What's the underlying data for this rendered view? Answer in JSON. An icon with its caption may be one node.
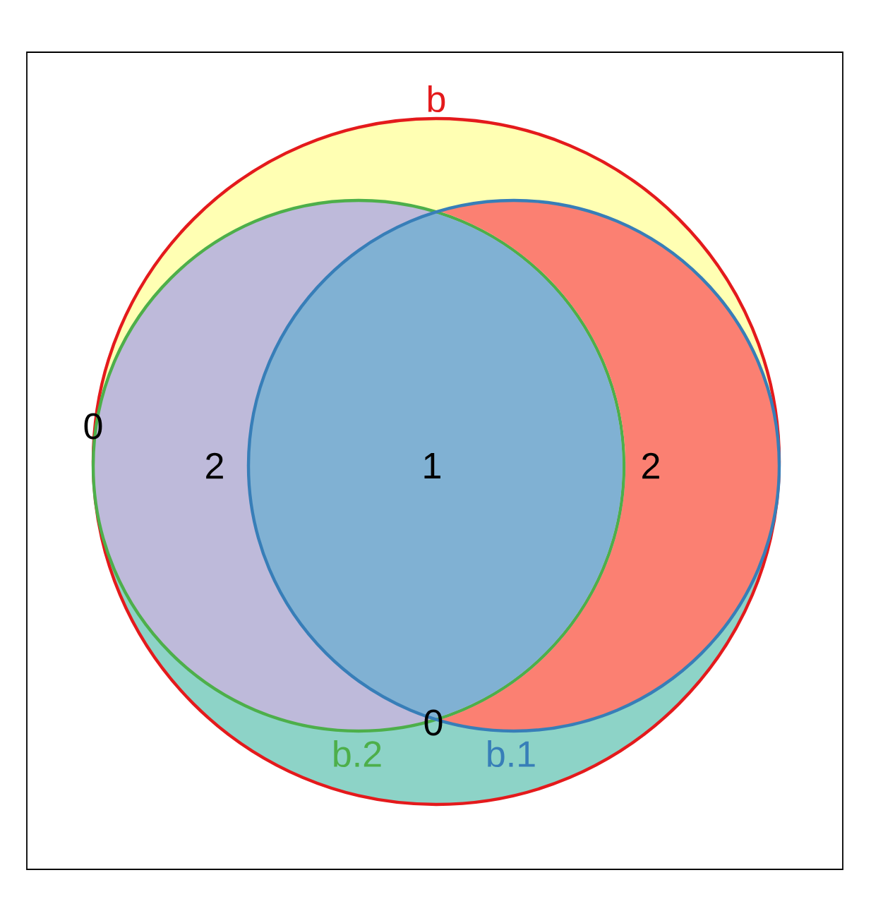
{
  "diagram": {
    "nodes": [
      {
        "text": [
          "b"
        ]
      },
      {
        "text": [
          "b.2"
        ],
        "in": 0
      },
      {
        "text": [
          "b.1"
        ],
        "in": 0
      }
    ],
    "labels": [
      "0",
      "2",
      "1",
      "2",
      "0"
    ]
  }
}
